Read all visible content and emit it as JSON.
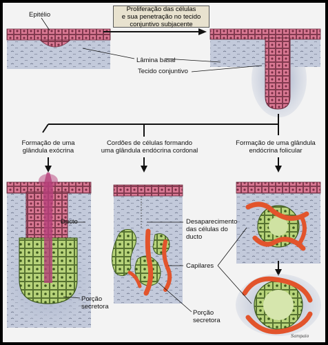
{
  "labels": {
    "epitelio": "Epitélio",
    "proliferacao": [
      "Proliferação das células",
      "e sua penetração no tecido",
      "conjuntivo subjacente"
    ],
    "lamina_basal": "Lâmina basal",
    "tecido_conjuntivo": "Tecido conjuntivo",
    "exocrina": [
      "Formação de uma",
      "glândula exócrina"
    ],
    "cordonal": [
      "Cordões de células formando",
      "uma glândula endócrina cordonal"
    ],
    "folicular": [
      "Formação de uma glândula",
      "endócrina folicular"
    ],
    "ducto": "Ducto",
    "desaparecimento": [
      "Desaparecimento",
      "das células do",
      "ducto"
    ],
    "capilares": "Capilares",
    "porcao_secretora_left": [
      "Porção",
      "secretora"
    ],
    "porcao_secretora_mid": [
      "Porção",
      "secretora"
    ]
  },
  "colors": {
    "epithelium": "#d97893",
    "connective": "#c3cadb",
    "secretory": "#b7d37a",
    "capillary": "#e2542c",
    "secretion": "#b5407a"
  }
}
